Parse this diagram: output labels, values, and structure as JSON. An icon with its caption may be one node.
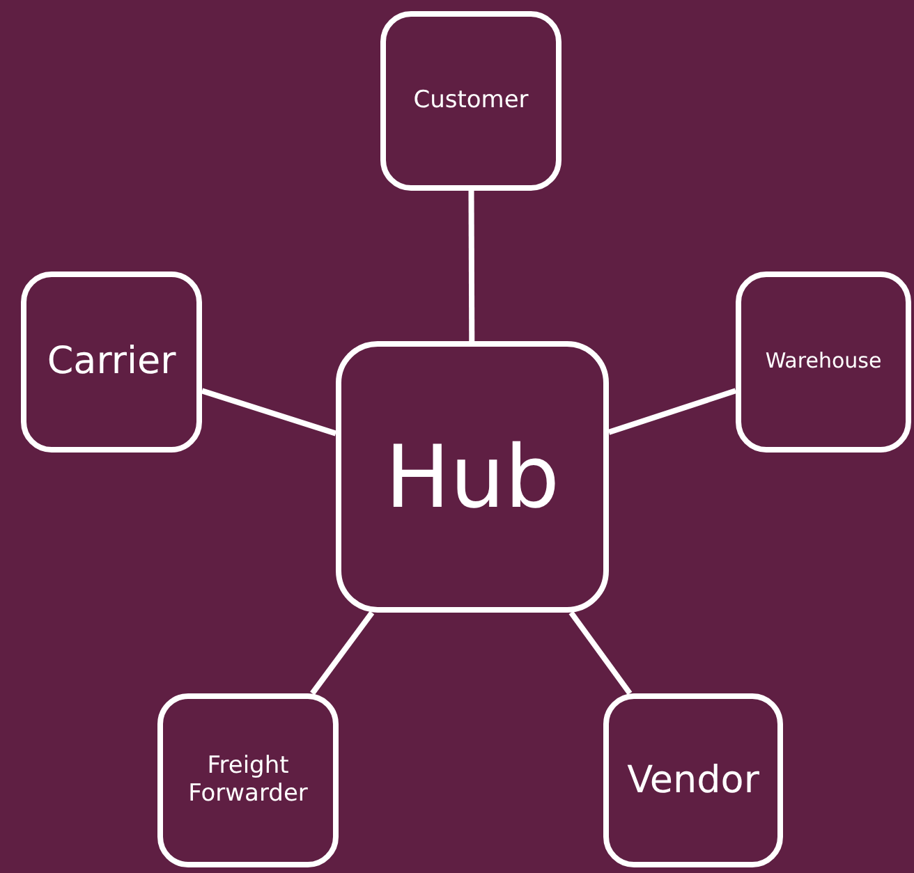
{
  "diagram": {
    "nodes": [
      {
        "text": [
          "Customer"
        ]
      },
      {
        "text": [
          "Carrier"
        ]
      },
      {
        "text": [
          "Warehouse"
        ]
      },
      {
        "text": [
          "Hub"
        ]
      },
      {
        "text": [
          "Freight Forwarder"
        ]
      },
      {
        "text": [
          "Vendor"
        ]
      }
    ],
    "edges": [
      {
        "from": 3,
        "to": 0,
        "arrow": "none"
      },
      {
        "from": 3,
        "to": 1,
        "arrow": "none"
      },
      {
        "from": 3,
        "to": 2,
        "arrow": "none"
      },
      {
        "from": 3,
        "to": 4,
        "arrow": "none"
      },
      {
        "from": 3,
        "to": 5,
        "arrow": "none"
      }
    ]
  }
}
